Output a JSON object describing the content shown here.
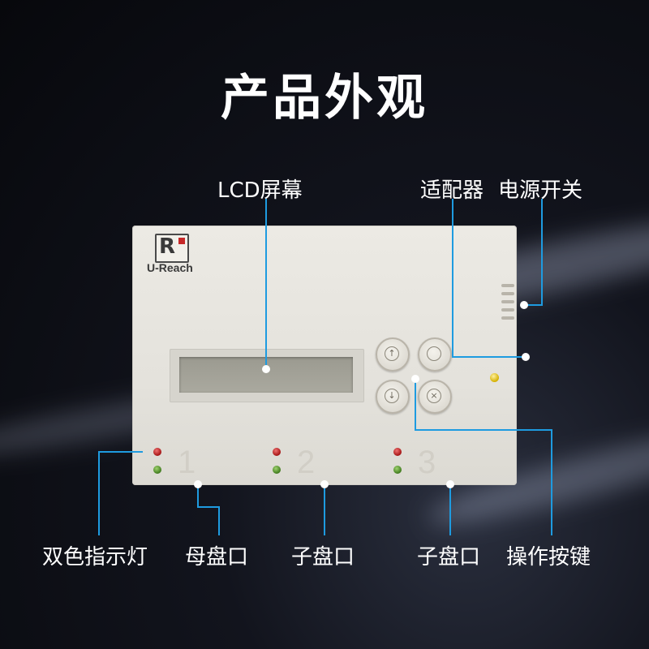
{
  "title": "产品外观",
  "device": {
    "brand": "U-Reach",
    "logo_letter": "R",
    "slot_numbers": [
      "1",
      "2",
      "3"
    ]
  },
  "callouts": {
    "lcd": "LCD屏幕",
    "adapter": "适配器",
    "power": "电源开关",
    "bicolor_led": "双色指示灯",
    "master_port": "母盘口",
    "target_port_1": "子盘口",
    "target_port_2": "子盘口",
    "buttons": "操作按键"
  },
  "colors": {
    "leader_line": "#1e9be0",
    "marker": "#ffffff",
    "device_body": "#e6e4de"
  }
}
